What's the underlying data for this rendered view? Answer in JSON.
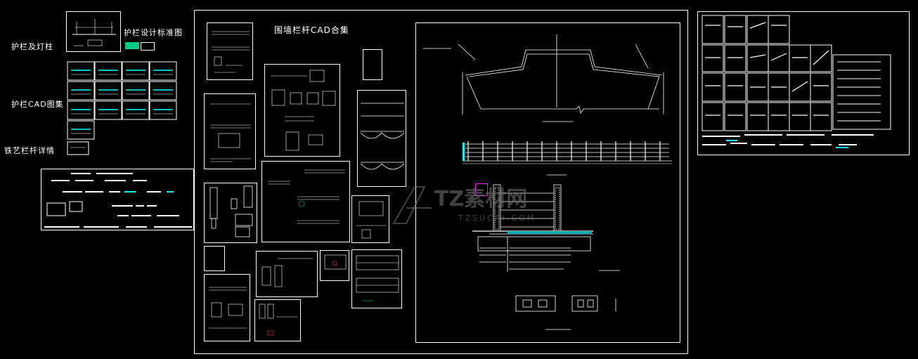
{
  "labels": {
    "guardrail_lamp_post": "护栏及灯柱",
    "guardrail_cad_collection": "护栏CAD图集",
    "wrought_iron_railing": "铁艺栏杆详情",
    "guardrail_design_standard": "护栏设计标准图",
    "wall_railing_cad_collection": "围墙栏杆CAD合集"
  },
  "watermark": {
    "brand": "TZ素材网",
    "url": "TZSUCAI.COM"
  },
  "colors": {
    "background": "#000000",
    "stroke": "#ffffff",
    "accent": "#00ffff",
    "watermark": "#777777"
  }
}
